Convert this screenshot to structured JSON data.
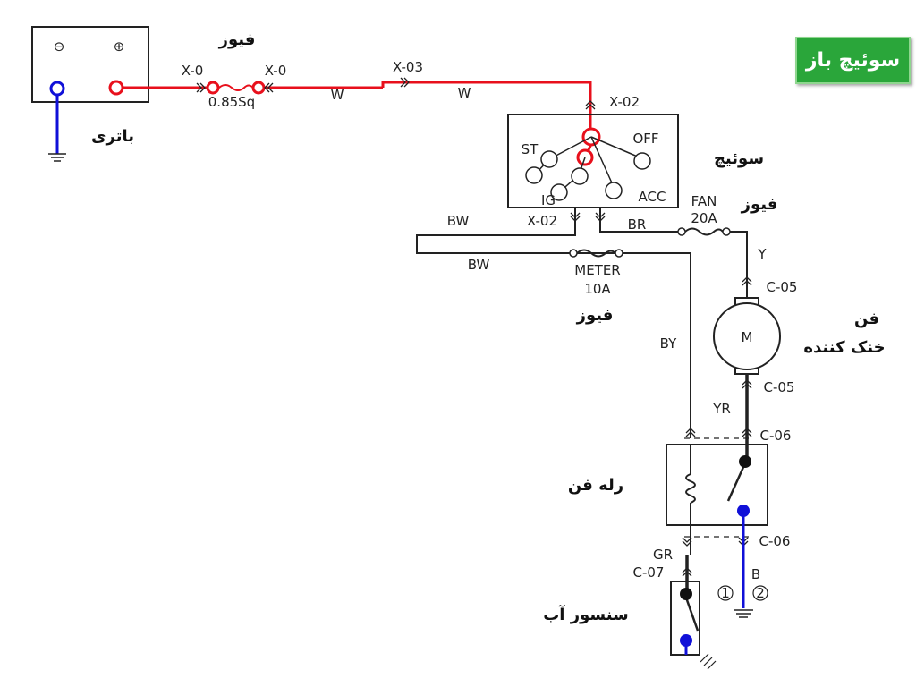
{
  "badge": {
    "text": "سوئیچ باز",
    "color": "#2aa63a"
  },
  "labels": {
    "battery": "باتری",
    "fuse_main": "فیوز",
    "fuse_fan": "فیوز",
    "fuse_meter": "فیوز",
    "switch": "سوئیچ",
    "fan_line1": "فن",
    "fan_line2": "خنک کننده",
    "relay": "رله فن",
    "water_sensor": "سنسور آب"
  },
  "diagram": {
    "battery_neg": "⊖",
    "battery_pos": "⊕",
    "conn_x0_left": "X-0",
    "conn_x0_right": "X-0",
    "conn_x03": "X-03",
    "conn_x02_top": "X-02",
    "conn_x02_bottom": "X-02",
    "wire_size": "0.85Sq",
    "wire_w1": "W",
    "wire_w2": "W",
    "sw_st": "ST",
    "sw_off": "OFF",
    "sw_ig": "IG",
    "sw_acc": "ACC",
    "wire_bw_top": "BW",
    "wire_bw_mid": "BW",
    "wire_br": "BR",
    "fan_fuse_name": "FAN",
    "fan_fuse_rating": "20A",
    "meter_fuse_name": "METER",
    "meter_fuse_rating": "10A",
    "wire_y": "Y",
    "c05_top": "C-05",
    "motor": "M",
    "c05_bottom": "C-05",
    "wire_yr": "YR",
    "wire_by": "BY",
    "c06_top": "C-06",
    "c06_bottom": "C-06",
    "wire_gr": "GR",
    "c07": "C-07",
    "wire_b": "B",
    "pin1": "1",
    "pin2": "2"
  },
  "colors": {
    "active_wire": "#e8101c",
    "ground_wire": "#1010d8",
    "inactive_wire": "#222222"
  }
}
